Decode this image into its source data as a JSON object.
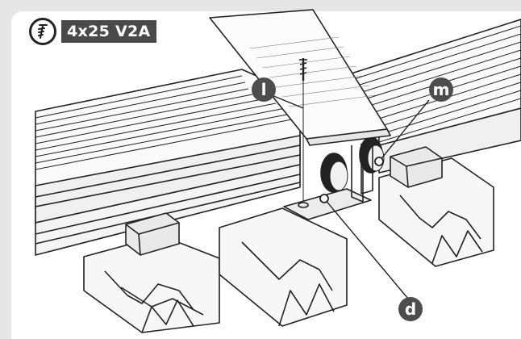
{
  "badge": {
    "icon": "screw-icon",
    "text": "4x25 V2A"
  },
  "callouts": {
    "l": "l",
    "m": "m",
    "d": "d"
  },
  "colors": {
    "callout_fill": "#4d4d4d",
    "badge_fill": "#4a4a4a",
    "line": "#222222",
    "background": "#e6e6e6"
  }
}
